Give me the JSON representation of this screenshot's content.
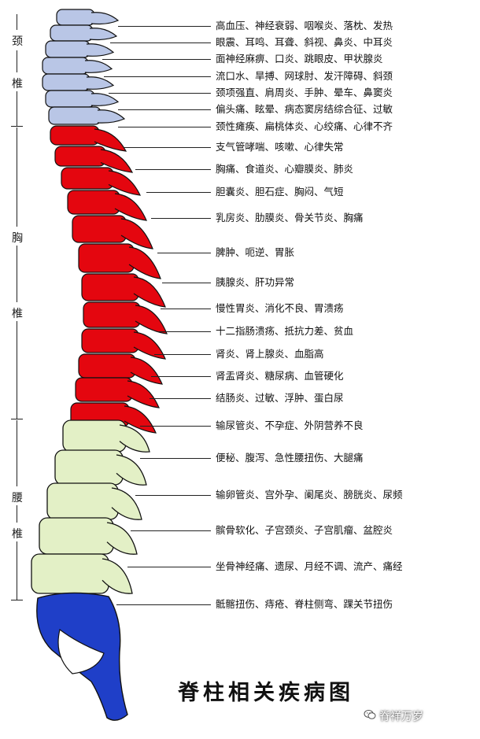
{
  "title": "脊柱相关疾病图",
  "watermark": "脊祥万岁",
  "colors": {
    "cervical": "#b9c6e6",
    "thoracic": "#e4060f",
    "lumbar": "#e3f0c6",
    "sacrum": "#1f3fc8",
    "outline": "#111111"
  },
  "regions": [
    {
      "id": "cervical",
      "chars": [
        "颈",
        "椎"
      ]
    },
    {
      "id": "thoracic",
      "chars": [
        "胸",
        "椎"
      ]
    },
    {
      "id": "lumbar",
      "chars": [
        "腰",
        "椎"
      ]
    }
  ],
  "annotations": [
    "高血压、神经衰弱、咽喉炎、落枕、发热",
    "眼震、耳鸣、耳聋、斜视、鼻炎、中耳炎",
    "面神经麻痹、口炎、跳眼皮、甲状腺炎",
    "流口水、旱搏、网球肘、发汗障碍、斜颈",
    "颈项强直、肩周炎、手肿、晕车、鼻窦炎",
    "偏头痛、眩晕、病态窦房结综合征、过敏",
    "颈性瘫痪、扁桃体炎、心绞痛、心律不齐",
    "支气管哮喘、咳嗽、心律失常",
    "胸痛、食道炎、心瓣膜炎、肺炎",
    "胆囊炎、胆石症、胸闷、气短",
    "乳房炎、肋膜炎、骨关节炎、胸痛",
    "脾肿、呃逆、胃胀",
    "胰腺炎、肝功异常",
    "慢性胃炎、消化不良、胃溃疡",
    "十二指肠溃疡、抵抗力差、贫血",
    "肾炎、肾上腺炎、血脂高",
    "肾盂肾炎、糖尿病、血管硬化",
    "结肠炎、过敏、浮肿、蛋白尿",
    "输尿管炎、不孕症、外阴营养不良",
    "便秘、腹泻、急性腰扭伤、大腿痛",
    "输卵管炎、宫外孕、阑尾炎、膀胱炎、尿频",
    "髌骨软化、子宫颈炎、子宫肌瘤、盆腔炎",
    "坐骨神经痛、遗尿、月经不调、流产、痛经",
    "骶髂扭伤、痔疮、脊柱侧弯、踝关节扭伤"
  ]
}
